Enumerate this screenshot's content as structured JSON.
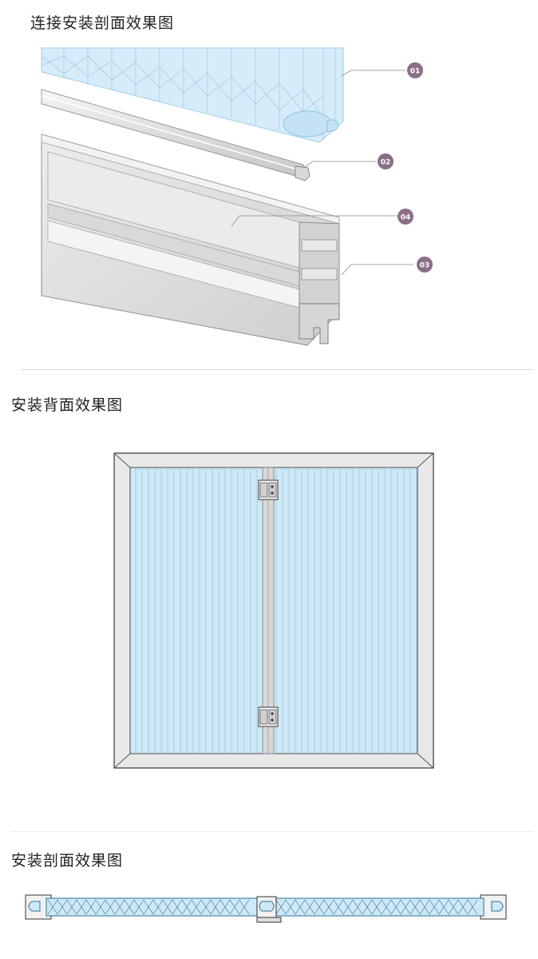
{
  "sections": [
    {
      "title": "连接安装剖面效果图"
    },
    {
      "title": "安装背面效果图"
    },
    {
      "title": "安装剖面效果图"
    }
  ],
  "callouts": [
    {
      "label": "01"
    },
    {
      "label": "02"
    },
    {
      "label": "04"
    },
    {
      "label": "03"
    }
  ],
  "colors": {
    "panel_blue": "#cfe8f5",
    "panel_line": "#8fc3e0",
    "frame_grey": "#e6e6e6",
    "frame_edge": "#555555",
    "callout_purple": "#8a6f86"
  }
}
